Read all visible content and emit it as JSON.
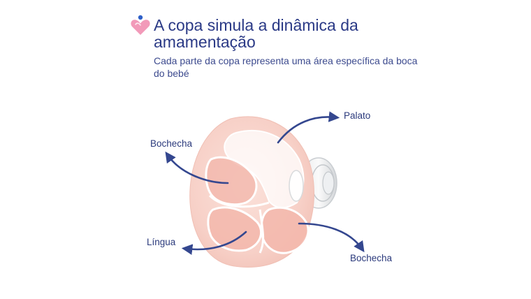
{
  "header": {
    "title": "A copa simula a dinâmica da amamentação",
    "subtitle": "Cada parte da copa representa uma área específica da boca do bebé"
  },
  "diagram": {
    "labels": {
      "palato": "Palato",
      "bochecha_left": "Bochecha",
      "lingua": "Língua",
      "bochecha_right": "Bochecha"
    }
  },
  "colors": {
    "text": "#2b3a86",
    "arrow": "#34478f",
    "cup_pink": "#f7cfc6",
    "logo_heart": "#f29ab9",
    "logo_dot": "#2f60c8"
  }
}
